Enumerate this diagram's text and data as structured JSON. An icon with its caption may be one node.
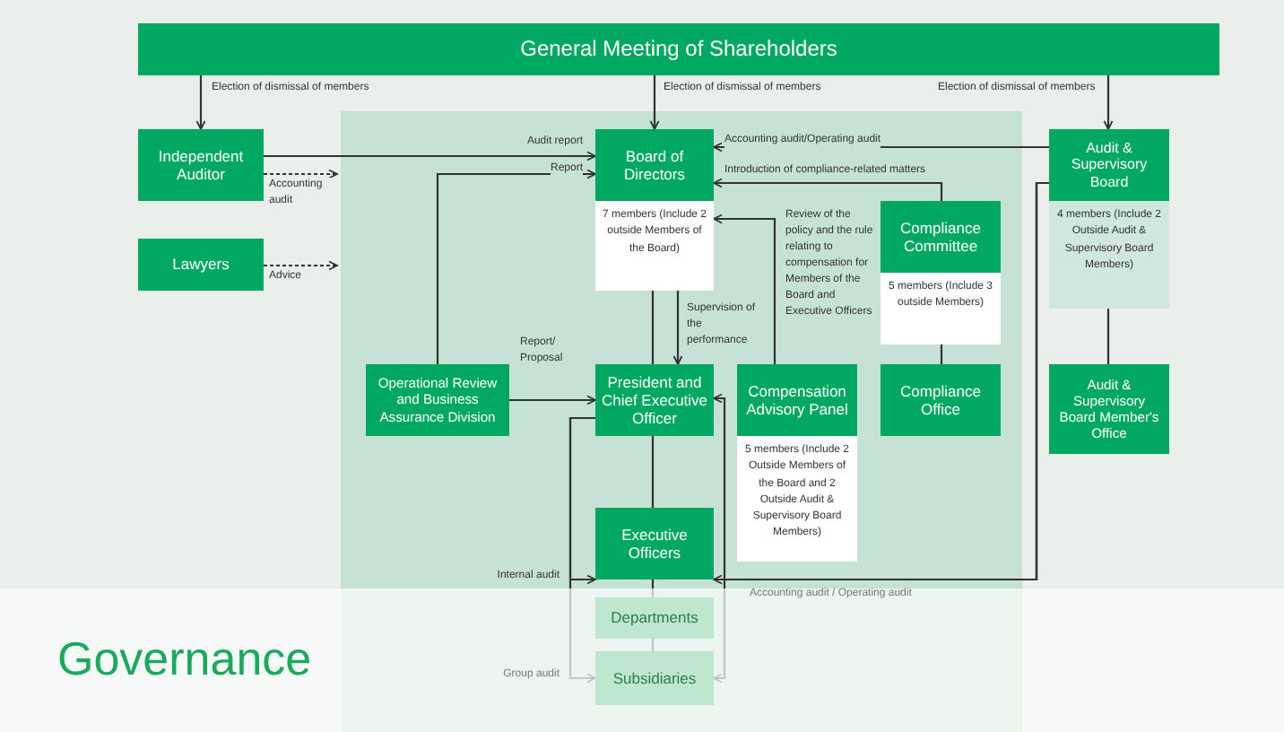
{
  "diagram": {
    "title": "Governance",
    "nodes": [
      {
        "text": [
          "General Meeting of Shareholders"
        ]
      },
      {
        "text": [
          "Independent Auditor"
        ]
      },
      {
        "text": [
          "Lawyers"
        ]
      },
      {
        "text": [
          "Board of Directors",
          "7 members (Include 2 outside Members of the Board)"
        ]
      },
      {
        "text": [
          "Compliance Committee",
          "5 members (Include 3 outside Members)"
        ]
      },
      {
        "text": [
          "Audit & Supervisory Board",
          "4 members (Include 2 Outside Audit & Supervisory Board Members)"
        ]
      },
      {
        "text": [
          "Operational Review and Business Assurance Division"
        ]
      },
      {
        "text": [
          "President and Chief Executive Officer"
        ]
      },
      {
        "text": [
          "Compensation Advisory Panel",
          "5 members (Include 2 Outside Members of the Board and 2 Outside Audit & Supervisory Board Members)"
        ]
      },
      {
        "text": [
          "Compliance Office"
        ]
      },
      {
        "text": [
          "Audit & Supervisory Board Member's Office"
        ]
      },
      {
        "text": [
          "Executive Officers"
        ]
      },
      {
        "text": [
          "Departments"
        ]
      },
      {
        "text": [
          "Subsidiaries"
        ]
      }
    ],
    "edges": [
      {
        "from": 0,
        "to": 1,
        "arrow": "to",
        "label": "Election of dismissal of members"
      },
      {
        "from": 0,
        "to": 3,
        "arrow": "to",
        "label": "Election of dismissal of members"
      },
      {
        "from": 0,
        "to": 5,
        "arrow": "to",
        "label": "Election of dismissal of members"
      },
      {
        "from": 1,
        "to": 3,
        "arrow": "to",
        "label": "Audit report"
      },
      {
        "from": 1,
        "to": null,
        "arrow": "to",
        "label": "Accounting audit",
        "style": "dashed"
      },
      {
        "from": 2,
        "to": null,
        "arrow": "to",
        "label": "Advice",
        "style": "dashed"
      },
      {
        "from": 6,
        "to": 3,
        "arrow": "to",
        "label": "Report"
      },
      {
        "from": 6,
        "to": 7,
        "arrow": "to",
        "label": "Report/ Proposal"
      },
      {
        "from": 5,
        "to": 3,
        "arrow": "to",
        "label": "Accounting audit/Operating audit"
      },
      {
        "from": 4,
        "to": 3,
        "arrow": "to",
        "label": "Introduction of compliance-related matters"
      },
      {
        "from": 8,
        "to": 3,
        "arrow": "to",
        "label": "Review of the policy and the rule relating to compensation for Members of the Board and Executive Officers"
      },
      {
        "from": 3,
        "to": 7,
        "arrow": "to",
        "label": "Supervision of the performance"
      },
      {
        "from": 3,
        "to": 7,
        "arrow": "none"
      },
      {
        "from": 7,
        "to": 11,
        "arrow": "none"
      },
      {
        "from": 11,
        "to": 12,
        "arrow": "none"
      },
      {
        "from": 12,
        "to": 13,
        "arrow": "none"
      },
      {
        "from": 4,
        "to": 9,
        "arrow": "none"
      },
      {
        "from": 5,
        "to": 10,
        "arrow": "none"
      },
      {
        "from": 5,
        "to": 11,
        "arrow": "to",
        "label": "Accounting audit / Operating audit"
      },
      {
        "from": 5,
        "to": 7,
        "arrow": "to"
      },
      {
        "from": 5,
        "to": 13,
        "arrow": "to"
      },
      {
        "from": 7,
        "to": 11,
        "arrow": "to",
        "label": "Internal audit"
      },
      {
        "from": 7,
        "to": 13,
        "arrow": "to",
        "label": "Group audit"
      }
    ]
  }
}
